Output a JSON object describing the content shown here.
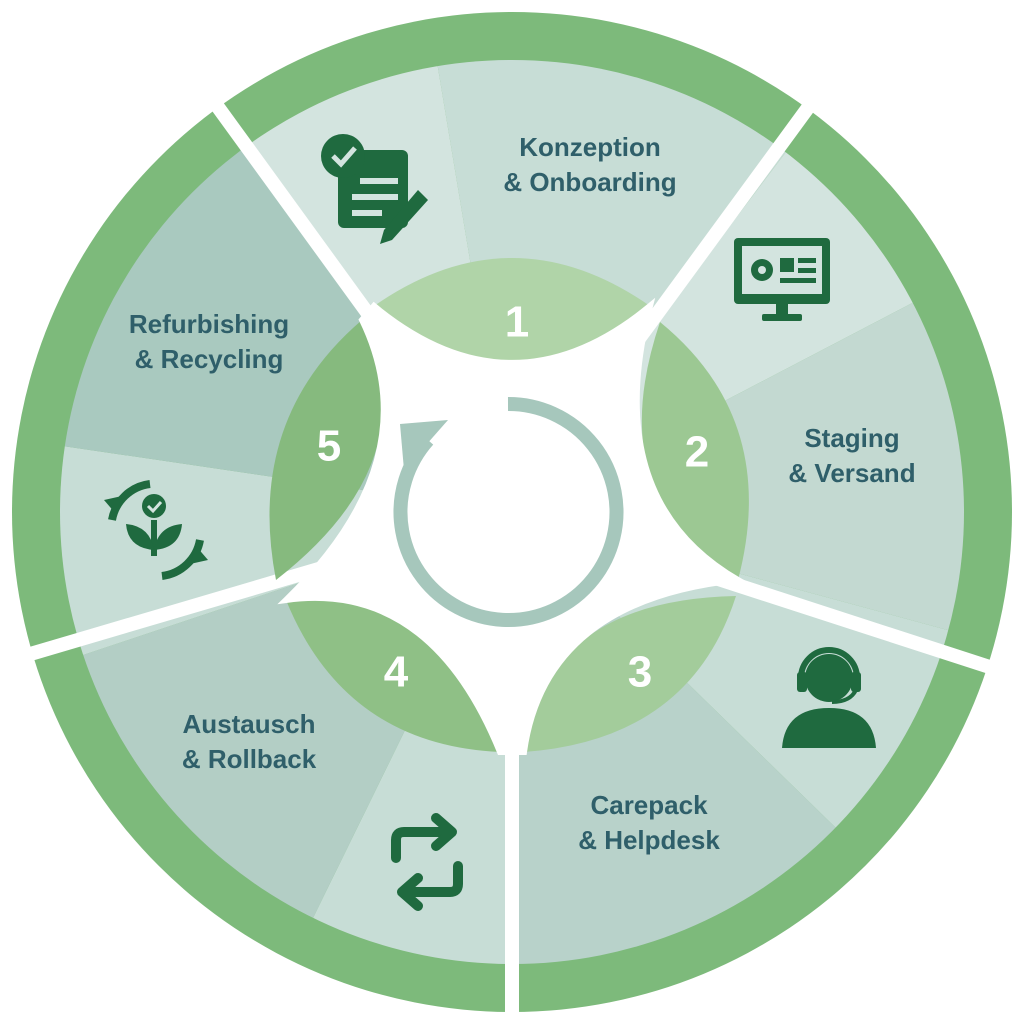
{
  "colors": {
    "outer_ring": "#7dba7b",
    "icon_green": "#1f6a3f",
    "label_text": "#2f5f6a",
    "number_text": "#ffffff",
    "arrow": "#a6c7bc"
  },
  "center": {
    "icon": "cycle-arrow-icon"
  },
  "stages": [
    {
      "number": "1",
      "line1": "Konzeption",
      "line2": "& Onboarding",
      "icon": "document-checklist-pencil-icon"
    },
    {
      "number": "2",
      "line1": "Staging",
      "line2": "& Versand",
      "icon": "monitor-settings-icon"
    },
    {
      "number": "3",
      "line1": "Carepack",
      "line2": "& Helpdesk",
      "icon": "headset-support-agent-icon"
    },
    {
      "number": "4",
      "line1": "Austausch",
      "line2": "& Rollback",
      "icon": "exchange-arrows-icon"
    },
    {
      "number": "5",
      "line1": "Refurbishing",
      "line2": "& Recycling",
      "icon": "sustainable-plant-recycle-icon"
    }
  ]
}
